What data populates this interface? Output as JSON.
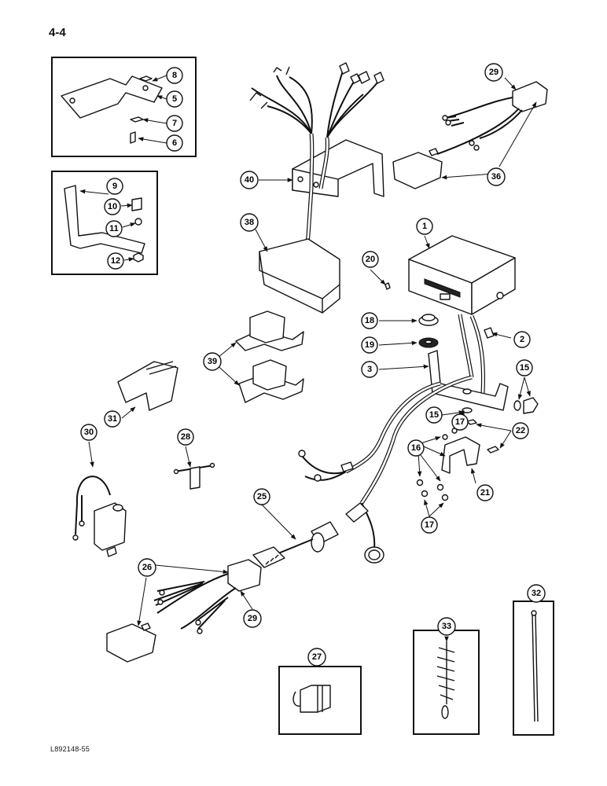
{
  "page_number": "4-4",
  "document_code": "L892148-55",
  "callouts": [
    "1",
    "2",
    "3",
    "5",
    "6",
    "7",
    "8",
    "9",
    "10",
    "11",
    "12",
    "15",
    "15",
    "16",
    "17",
    "17",
    "18",
    "19",
    "20",
    "21",
    "22",
    "25",
    "26",
    "27",
    "28",
    "29",
    "29",
    "30",
    "31",
    "32",
    "33",
    "36",
    "38",
    "39",
    "40"
  ]
}
